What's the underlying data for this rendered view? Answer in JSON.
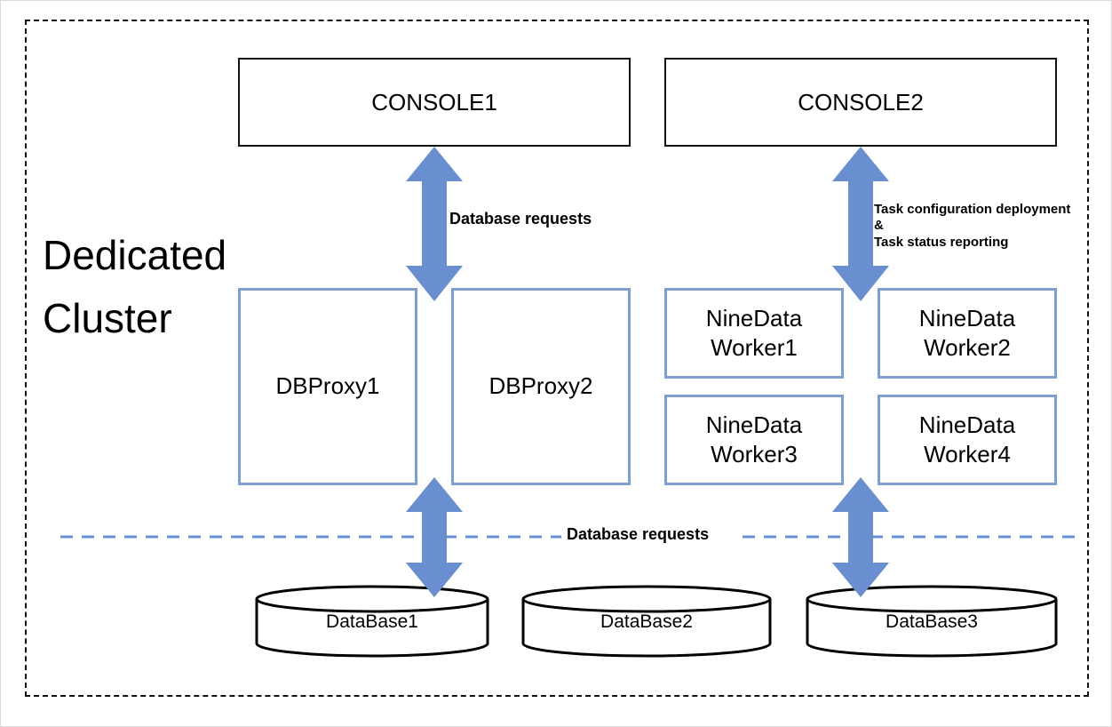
{
  "diagram": {
    "cluster_title": "Dedicated\nCluster",
    "consoles": [
      "CONSOLE1",
      "CONSOLE2"
    ],
    "proxies": [
      "DBProxy1",
      "DBProxy2"
    ],
    "workers": [
      "NineData\nWorker1",
      "NineData\nWorker2",
      "NineData\nWorker3",
      "NineData\nWorker4"
    ],
    "databases": [
      "DataBase1",
      "DataBase2",
      "DataBase3"
    ],
    "labels": {
      "console1_link": "Database requests",
      "console2_link": "Task configuration deployment\n&\nTask status reporting",
      "database_link": "Database requests"
    },
    "colors": {
      "arrow": "#6a8fd0",
      "box_border": "#7f9fd0",
      "dash_line": "#6a8fd0"
    }
  }
}
